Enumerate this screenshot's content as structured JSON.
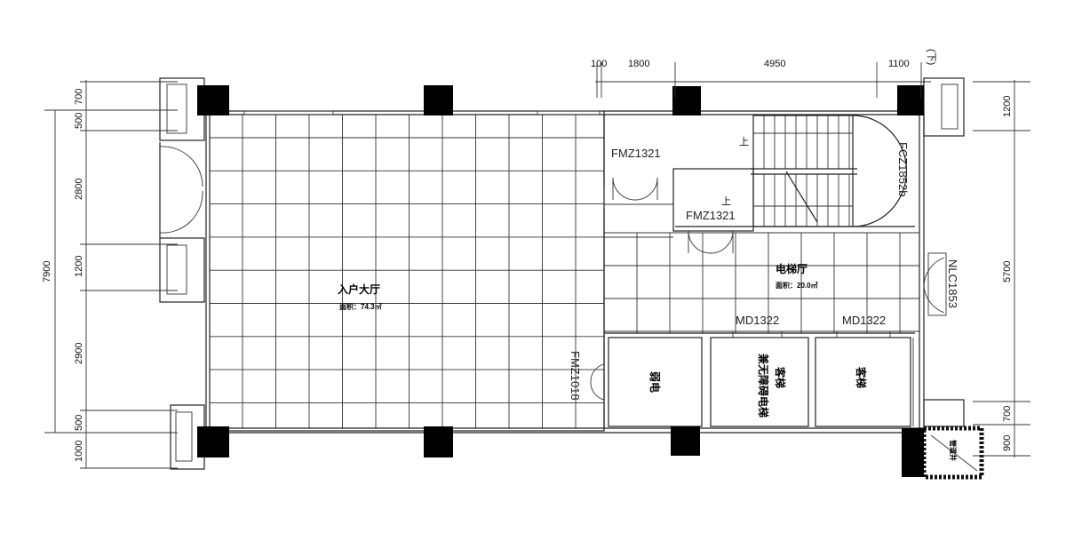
{
  "dimensions": {
    "top": [
      "100",
      "1800",
      "4950",
      "1100"
    ],
    "top_note": "(下)",
    "left_total": "7900",
    "left": [
      "700",
      "500",
      "2800",
      "1200",
      "2900",
      "500",
      "1000"
    ],
    "right": [
      "1200",
      "5700",
      "700",
      "900"
    ]
  },
  "rooms": {
    "lobby": {
      "name": "入户大厅",
      "area": "面积：74.3㎡"
    },
    "elevator_hall": {
      "name": "电梯厅",
      "area": "面积：20.0㎡"
    },
    "weak_current": {
      "name": "弱电"
    },
    "elevator1": {
      "name": "客梯",
      "sub": "兼无障碍电梯"
    },
    "elevator2": {
      "name": "客梯"
    },
    "shaft": {
      "name": "管道井"
    }
  },
  "doors": {
    "fm1": "FMZ1321",
    "fm2": "FMZ1321",
    "fc": "FCZ1852b",
    "nlc": "NLC1853",
    "fm3": "FMZ1018",
    "md1": "MD1322",
    "md2": "MD1322"
  },
  "stair": {
    "up1": "上",
    "up2": "上"
  }
}
